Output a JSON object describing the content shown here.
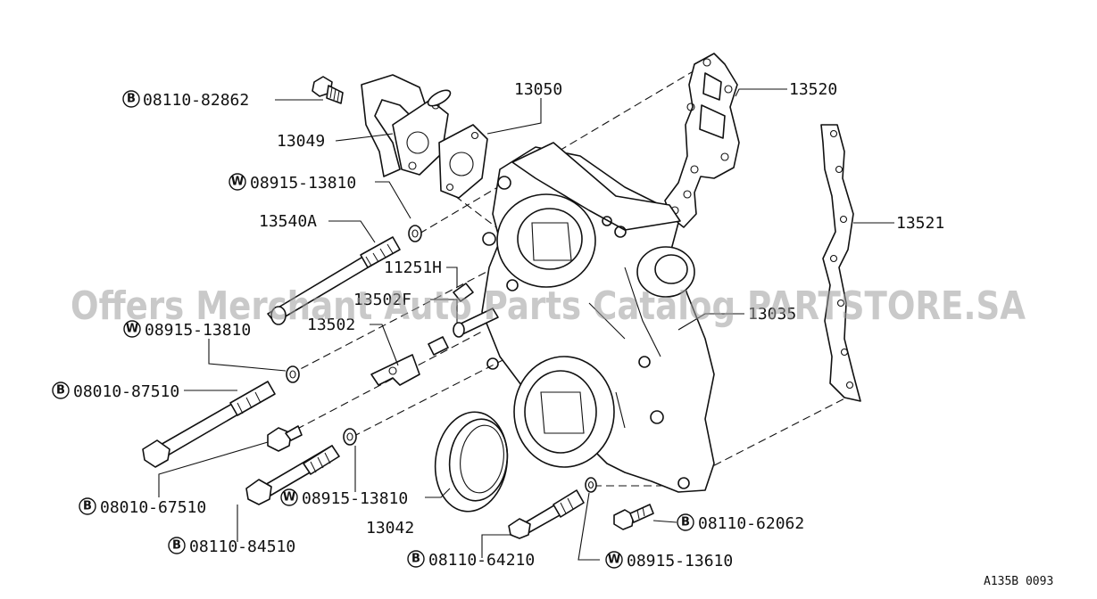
{
  "watermark": "Offers Merchant Auto Parts Catalog PARTSTORE.SA",
  "diagram_code": "A135B 0093",
  "part_labels": {
    "p13520": "13520",
    "p13521": "13521",
    "p13050": "13050",
    "p13049": "13049",
    "p13540a": "13540A",
    "p11251h": "11251H",
    "p13502f": "13502F",
    "p13502": "13502",
    "p13035": "13035",
    "p13042": "13042"
  },
  "prefixed_labels": {
    "b_08110_82862": {
      "prefix": "B",
      "number": "08110-82862"
    },
    "w_08915_13810_top": {
      "prefix": "W",
      "number": "08915-13810"
    },
    "w_08915_13810_mid": {
      "prefix": "W",
      "number": "08915-13810"
    },
    "b_08010_87510": {
      "prefix": "B",
      "number": "08010-87510"
    },
    "b_08010_67510": {
      "prefix": "B",
      "number": "08010-67510"
    },
    "w_08915_13810_low": {
      "prefix": "W",
      "number": "08915-13810"
    },
    "b_08110_84510": {
      "prefix": "B",
      "number": "08110-84510"
    },
    "b_08110_64210": {
      "prefix": "B",
      "number": "08110-64210"
    },
    "w_08915_13610": {
      "prefix": "W",
      "number": "08915-13610"
    },
    "b_08110_62062": {
      "prefix": "B",
      "number": "08110-62062"
    }
  }
}
